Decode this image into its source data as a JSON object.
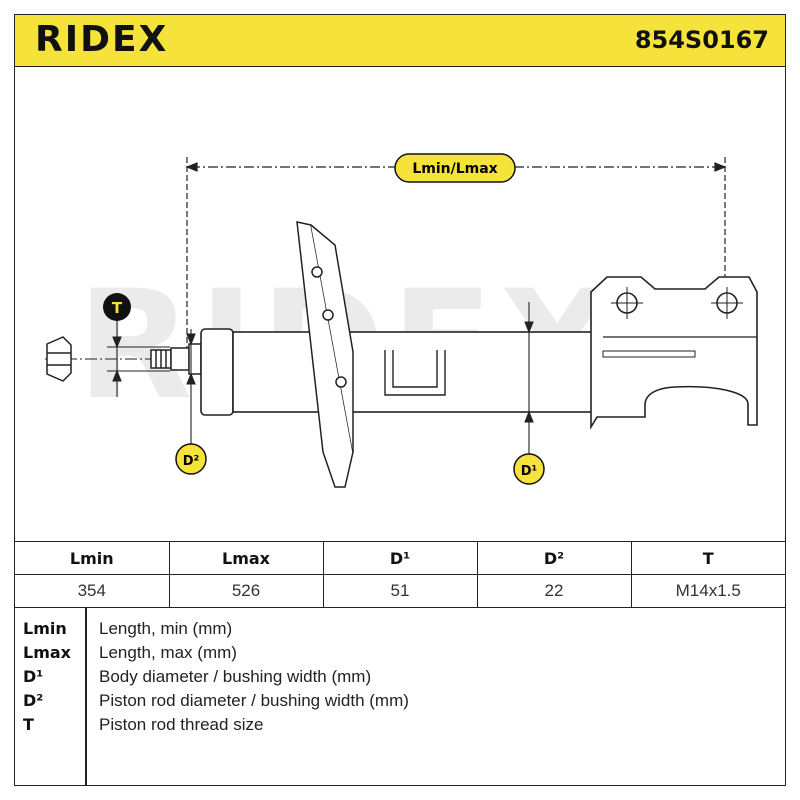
{
  "header": {
    "brand": "RIDEX",
    "part_number": "854S0167",
    "bg_color": "#f5e33b"
  },
  "diagram": {
    "labels": {
      "length": "Lmin/Lmax",
      "thread": "T",
      "rod_diameter": "D²",
      "body_diameter": "D¹"
    },
    "watermark": "RIDEX"
  },
  "table": {
    "headers": [
      "Lmin",
      "Lmax",
      "D¹",
      "D²",
      "T"
    ],
    "values": [
      "354",
      "526",
      "51",
      "22",
      "M14x1.5"
    ]
  },
  "legend": [
    {
      "key": "Lmin",
      "desc": "Length, min (mm)"
    },
    {
      "key": "Lmax",
      "desc": "Length, max (mm)"
    },
    {
      "key": "D¹",
      "desc": "Body diameter / bushing width (mm)"
    },
    {
      "key": "D²",
      "desc": "Piston rod diameter / bushing width (mm)"
    },
    {
      "key": "T",
      "desc": "Piston rod thread size"
    }
  ]
}
